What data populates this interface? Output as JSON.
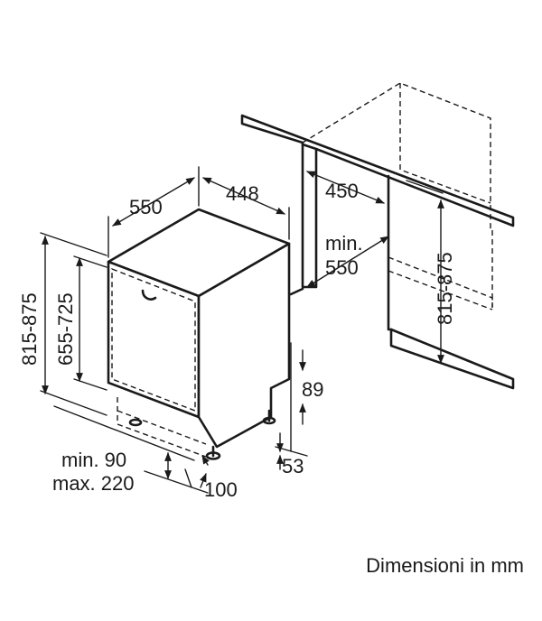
{
  "caption": "Dimensioni in mm",
  "dimensions": {
    "depth_550": "550",
    "width_448": "448",
    "niche_width_450": "450",
    "niche_depth_min_label": "min.",
    "niche_depth_550": "550",
    "niche_height": "815-875",
    "appliance_height": "815-875",
    "door_height": "655-725",
    "plinth_min": "min. 90",
    "plinth_max": "max. 220",
    "foot_100": "100",
    "foot_89": "89",
    "foot_53": "53"
  }
}
